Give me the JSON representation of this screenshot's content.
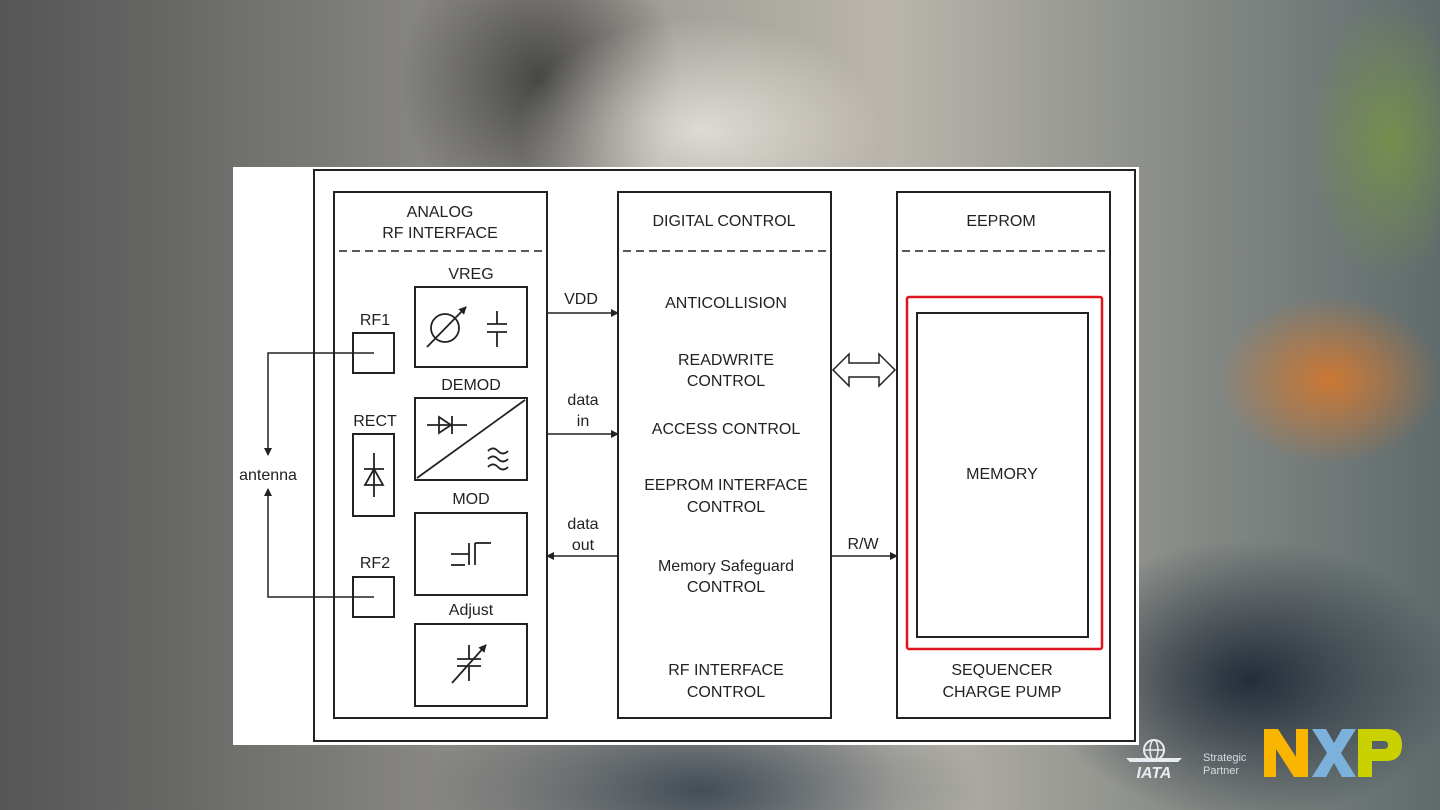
{
  "diagram": {
    "blocks": {
      "analog": {
        "title_line1": "ANALOG",
        "title_line2": "RF INTERFACE"
      },
      "digital": {
        "title": "DIGITAL CONTROL"
      },
      "eeprom": {
        "title": "EEPROM"
      }
    },
    "analog_components": {
      "vreg": "VREG",
      "demod": "DEMOD",
      "rect": "RECT",
      "mod": "MOD",
      "adjust": "Adjust",
      "rf1": "RF1",
      "rf2": "RF2",
      "antenna": "antenna"
    },
    "signals": {
      "vdd": "VDD",
      "data_in_line1": "data",
      "data_in_line2": "in",
      "data_out_line1": "data",
      "data_out_line2": "out",
      "rw": "R/W"
    },
    "digital_items": {
      "anticollision": "ANTICOLLISION",
      "readwrite_line1": "READWRITE",
      "readwrite_line2": "CONTROL",
      "access": "ACCESS CONTROL",
      "eeprom_if_line1": "EEPROM INTERFACE",
      "eeprom_if_line2": "CONTROL",
      "safeguard_line1": "Memory Safeguard",
      "safeguard_line2": "CONTROL",
      "rfif_line1": "RF INTERFACE",
      "rfif_line2": "CONTROL"
    },
    "eeprom_items": {
      "memory": "MEMORY",
      "sequencer": "SEQUENCER",
      "charge_pump": "CHARGE PUMP"
    },
    "highlight_color": "#e0141e"
  },
  "branding": {
    "iata": "IATA",
    "partner_line1": "Strategic",
    "partner_line2": "Partner",
    "nxp_colors": [
      "#f9b500",
      "#7bb1db",
      "#c9d200"
    ]
  }
}
